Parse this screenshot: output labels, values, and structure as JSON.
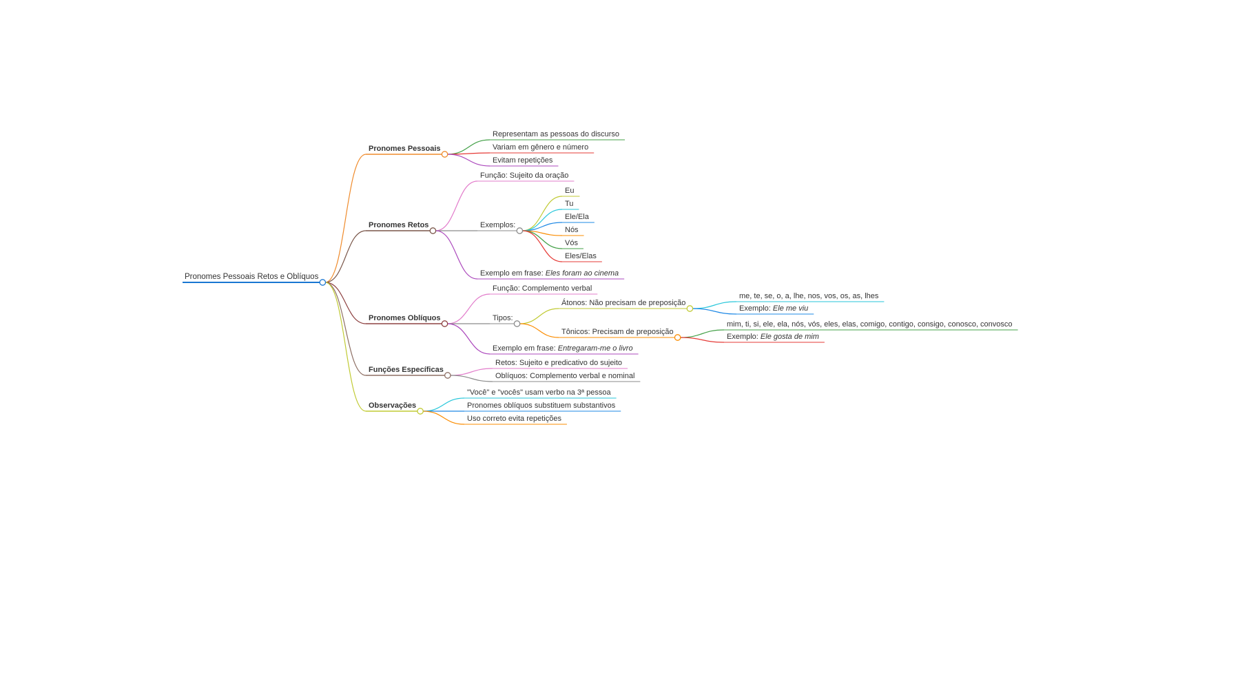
{
  "root": {
    "label": "Pronomes Pessoais Retos e Oblíquos",
    "color": "#1976d2"
  },
  "branches": [
    {
      "id": "pessoais",
      "label": "Pronomes Pessoais",
      "color": "#ef8b2c",
      "children": [
        {
          "label": "Representam as pessoas do discurso",
          "color": "#43a047"
        },
        {
          "label": "Variam em gênero e número",
          "color": "#e53935"
        },
        {
          "label": "Evitam repetições",
          "color": "#ab47bc"
        }
      ]
    },
    {
      "id": "retos",
      "label": "Pronomes Retos",
      "color": "#795548",
      "children": [
        {
          "label": "Função: Sujeito da oração",
          "color": "#e27ccb"
        },
        {
          "label": "Exemplos:",
          "color": "#8a8a8a",
          "children": [
            {
              "label": "Eu",
              "color": "#c0ca33"
            },
            {
              "label": "Tu",
              "color": "#26c6da"
            },
            {
              "label": "Ele/Ela",
              "color": "#1e88e5"
            },
            {
              "label": "Nós",
              "color": "#fb8c00"
            },
            {
              "label": "Vós",
              "color": "#43a047"
            },
            {
              "label": "Eles/Elas",
              "color": "#e53935"
            }
          ]
        },
        {
          "label": "Exemplo em frase: ",
          "italic": "Eles foram ao cinema",
          "color": "#ab47bc"
        }
      ]
    },
    {
      "id": "obliquos",
      "label": "Pronomes Oblíquos",
      "color": "#8d4040",
      "children": [
        {
          "label": "Função: Complemento verbal",
          "color": "#e27ccb"
        },
        {
          "label": "Tipos:",
          "color": "#8a8a8a",
          "children": [
            {
              "label": "Átonos: Não precisam de preposição",
              "color": "#c0ca33",
              "children": [
                {
                  "label": "me, te, se, o, a, lhe, nos, vos, os, as, lhes",
                  "color": "#26c6da"
                },
                {
                  "label": "Exemplo: ",
                  "italic": "Ele me viu",
                  "color": "#1e88e5"
                }
              ]
            },
            {
              "label": "Tônicos: Precisam de preposição",
              "color": "#fb8c00",
              "children": [
                {
                  "label": "mim, ti, si, ele, ela, nós, vós, eles, elas, comigo, contigo, consigo, conosco, convosco",
                  "color": "#43a047"
                },
                {
                  "label": "Exemplo: ",
                  "italic": "Ele gosta de mim",
                  "color": "#e53935"
                }
              ]
            }
          ]
        },
        {
          "label": "Exemplo em frase: ",
          "italic": "Entregaram-me o livro",
          "color": "#ab47bc"
        }
      ]
    },
    {
      "id": "funcoes",
      "label": "Funções Específicas",
      "color": "#8d6e63",
      "children": [
        {
          "label": "Retos: Sujeito e predicativo do sujeito",
          "color": "#e27ccb"
        },
        {
          "label": "Oblíquos: Complemento verbal e nominal",
          "color": "#8a8a8a"
        }
      ]
    },
    {
      "id": "observacoes",
      "label": "Observações",
      "color": "#c0ca33",
      "children": [
        {
          "label": "\"Você\" e \"vocês\" usam verbo na 3ª pessoa",
          "color": "#26c6da"
        },
        {
          "label": "Pronomes oblíquos substituem substantivos",
          "color": "#1e88e5"
        },
        {
          "label": "Uso correto evita repetições",
          "color": "#fb8c00"
        }
      ]
    }
  ]
}
